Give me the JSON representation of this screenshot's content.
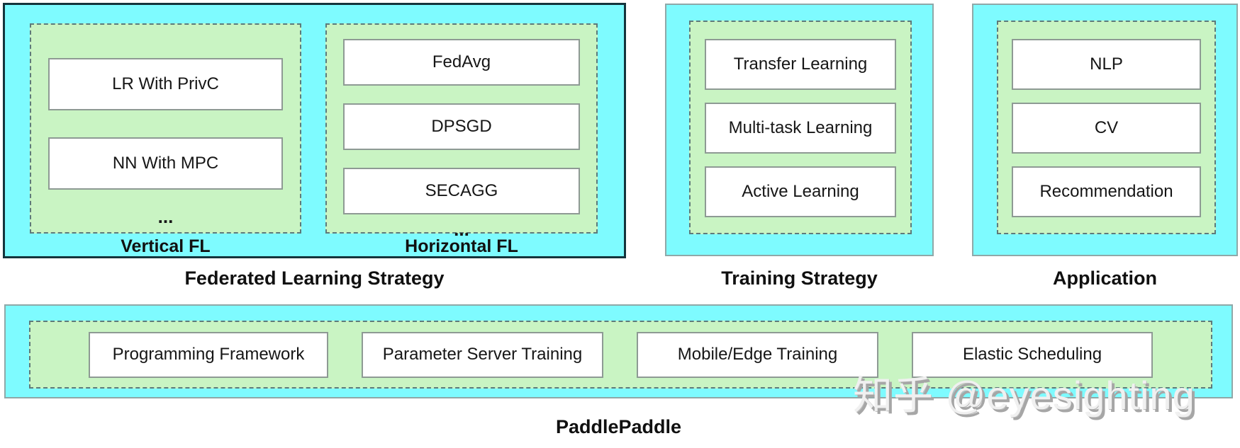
{
  "colors": {
    "panel_fill": "#7efbff",
    "group_fill": "#c9f4c3",
    "node_fill": "#ffffff",
    "dark_border": "#14343c",
    "light_border": "#8fa8a8",
    "dashed_border": "#5e7a7a"
  },
  "sections": {
    "federated": {
      "title": "Federated Learning Strategy",
      "groups": [
        {
          "label": "Vertical FL",
          "items": [
            "LR With PrivC",
            "NN With MPC"
          ],
          "more": "..."
        },
        {
          "label": "Horizontal FL",
          "items": [
            "FedAvg",
            "DPSGD",
            "SECAGG"
          ],
          "more": "..."
        }
      ]
    },
    "training": {
      "title": "Training Strategy",
      "items": [
        "Transfer Learning",
        "Multi-task Learning",
        "Active Learning"
      ]
    },
    "application": {
      "title": "Application",
      "items": [
        "NLP",
        "CV",
        "Recommendation"
      ]
    },
    "platform": {
      "title": "PaddlePaddle",
      "items": [
        "Programming Framework",
        "Parameter Server Training",
        "Mobile/Edge Training",
        "Elastic Scheduling"
      ]
    }
  },
  "watermark": "知乎 @eyesighting"
}
